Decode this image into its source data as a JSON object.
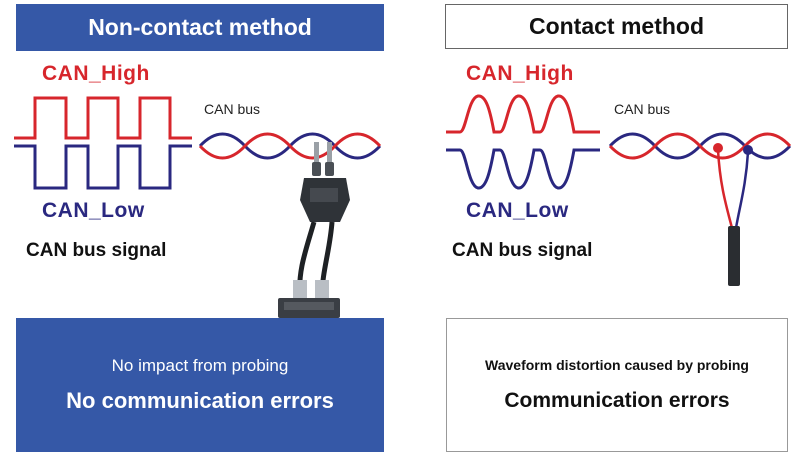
{
  "colors": {
    "accent_blue": "#3558a7",
    "can_high_red": "#d7262c",
    "can_low_navy": "#2a2880"
  },
  "left_panel": {
    "title": "Non-contact method",
    "can_high_label": "CAN_High",
    "can_low_label": "CAN_Low",
    "signal_label": "CAN bus signal",
    "bus_label": "CAN bus",
    "result_line1": "No impact from probing",
    "result_line2": "No communication errors"
  },
  "right_panel": {
    "title": "Contact method",
    "can_high_label": "CAN_High",
    "can_low_label": "CAN_Low",
    "signal_label": "CAN bus signal",
    "bus_label": "CAN bus",
    "result_line1": "Waveform distortion caused by probing",
    "result_line2": "Communication errors"
  }
}
